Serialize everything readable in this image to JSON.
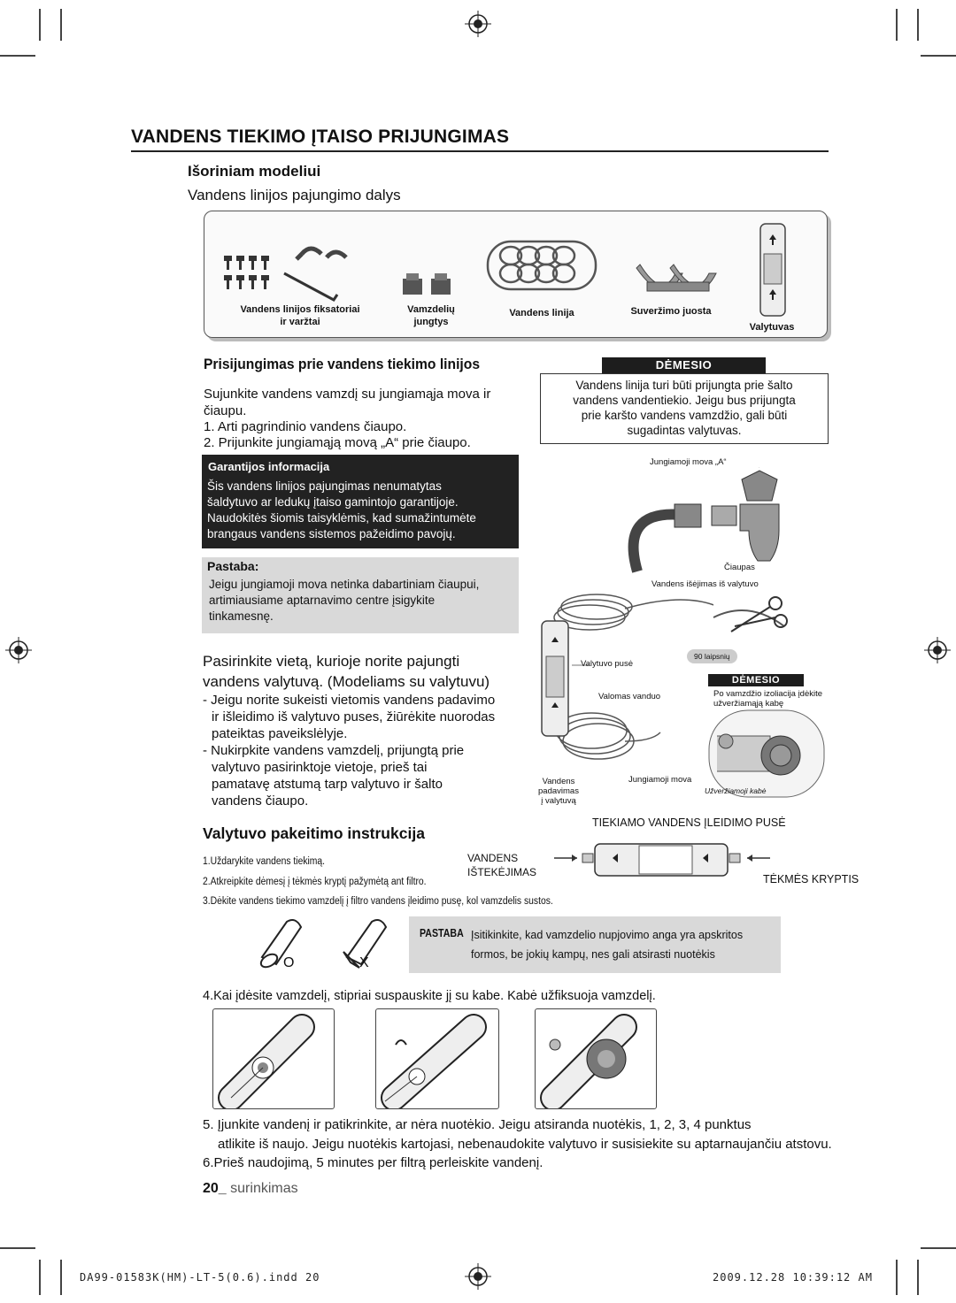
{
  "title": "VANDENS TIEKIMO ĮTAISO PRIJUNGIMAS",
  "section": {
    "heading": "Išoriniam modeliui",
    "subheading": "Vandens linijos pajungimo dalys"
  },
  "parts": {
    "fasteners_line1": "Vandens linijos fiksatoriai",
    "fasteners_line2": "ir varžtai",
    "fittings_line1": "Vamzdelių",
    "fittings_line2": "jungtys",
    "water_line": "Vandens linija",
    "clamp": "Suveržimo juosta",
    "filter": "Valytuvas"
  },
  "connect": {
    "heading": "Prisijungimas prie vandens tiekimo linijos",
    "intro_line1": "Sujunkite vandens vamzdį su jungiamąja mova ir",
    "intro_line2": "čiaupu.",
    "step1": "1.  Arti pagrindinio vandens čiaupo.",
    "step2": "2.  Prijunkite jungiamąją movą „A“ prie čiaupo."
  },
  "attention1": {
    "title": "DĖMESIO",
    "line1": "Vandens linija turi būti prijungta prie šalto",
    "line2": "vandens vandentiekio. Jeigu bus prijungta",
    "line3": "prie karšto vandens vamzdžio, gali būti",
    "line4": "sugadintas valytuvas."
  },
  "warranty": {
    "title": "Garantijos informacija",
    "line1": "Šis vandens linijos pajungimas nenumatytas",
    "line2": "šaldytuvo ar ledukų įtaiso gamintojo garantijoje.",
    "line3": "Naudokitės šiomis taisyklėmis, kad sumažintumėte",
    "line4": "brangaus vandens sistemos pažeidimo pavojų."
  },
  "note1": {
    "title": "Pastaba:",
    "line1": "Jeigu jungiamoji mova netinka dabartiniam čiaupui,",
    "line2": "artimiausiame aptarnavimo centre įsigykite",
    "line3": "tinkamesnę."
  },
  "faucet_labels": {
    "coupling_a": "Jungiamoji mova „A“",
    "tap": "Čiaupas",
    "outlet": "Vandens išėjimas iš valytuvo"
  },
  "filter_place": {
    "line1": "Pasirinkite vietą, kurioje norite pajungti",
    "line2": "vandens valytuvą. (Modeliams su valytuvu)",
    "b1_line1": "- Jeigu norite sukeisti vietomis vandens padavimo",
    "b1_line2": "ir išleidimo iš valytuvo puses,  žiūrėkite nuorodas",
    "b1_line3": "pateiktas paveikslėlyje.",
    "b2_line1": "- Nukirpkite vandens vamzdelį, prijungtą prie",
    "b2_line2": "valytuvo pasirinktoje vietoje, prieš tai",
    "b2_line3": "pamatavę atstumą tarp valytuvo ir šalto",
    "b2_line4": "vandens čiaupo."
  },
  "diagram_labels": {
    "filter_side": "Valytuvo pusė",
    "purified": "Valomas vanduo",
    "supply_line1": "Vandens padavimas",
    "supply_line2": "į valytuvą",
    "coupling": "Jungiamoji mova",
    "degrees": "90 laipsnių",
    "attention2_title": "DĖMESIO",
    "attention2_line1": "Po vamzdžio izoliacija įdėkite",
    "attention2_line2": "užveržiamąją kabę",
    "clip": "Užveržiamoji kabė"
  },
  "replace": {
    "heading": "Valytuvo pakeitimo instrukcija",
    "inlet_label": "TIEKIAMO VANDENS ĮLEIDIMO PUSĖ",
    "outlet_line1": "VANDENS",
    "outlet_line2": "IŠTEKĖJIMAS",
    "flow_label": "TĖKMĖS KRYPTIS",
    "step1": "1.Uždarykite vandens tiekimą.",
    "step2": "2.Atkreipkite dėmesį į tėkmės kryptį pažymėtą ant filtro.",
    "step3": "3.Dėkite vandens tiekimo vamzdelį į filtro vandens įleidimo pusę, kol vamzdelis sustos.",
    "ok_mark": "O",
    "bad_mark": "X",
    "note_tag": "PASTABA",
    "note_line1": "Įsitikinkite, kad vamzdelio nupjovimo anga yra apskritos",
    "note_line2": "formos, be jokių kampų, nes gali atsirasti nuotėkis",
    "step4": "4.Kai įdėsite vamzdelį, stipriai suspauskite jį su kabe.  Kabė užfiksuoja vamzdelį.",
    "step5_line1": "5. Įjunkite vandenį ir patikrinkite, ar nėra nuotėkio. Jeigu atsiranda nuotėkis, 1, 2, 3, 4 punktus",
    "step5_line2": "atlikite iš naujo. Jeigu nuotėkis kartojasi, nebenaudokite valytuvo ir susisiekite su aptarnaujančiu atstovu.",
    "step6": "6.Prieš naudojimą, 5 minutes per filtrą perleiskite vandenį."
  },
  "footer": {
    "page_number": "20_",
    "page_section": "surinkimas",
    "file": "DA99-01583K(HM)-LT-5(0.6).indd   20",
    "date": "2009.12.28     10:39:12 AM"
  }
}
